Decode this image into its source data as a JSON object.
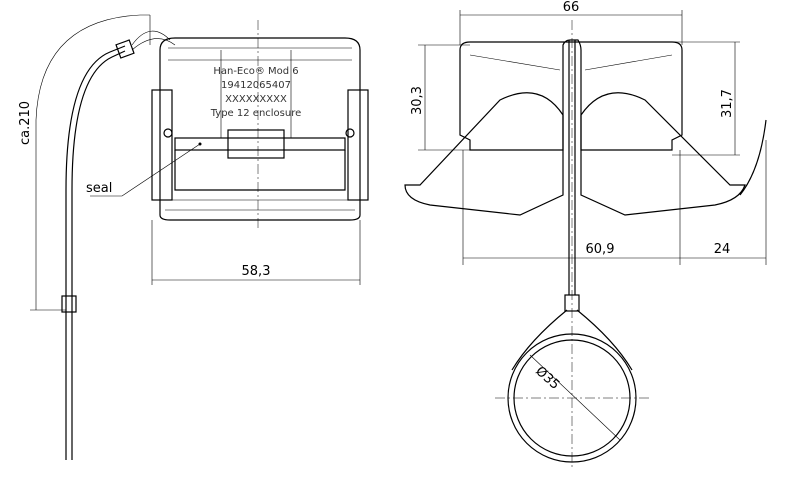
{
  "label_text": {
    "product": "Han-Eco® Mod 6",
    "part_number": "19412065407",
    "serial": "XXXXXXXXX",
    "enclosure": "Type 12 enclosure"
  },
  "callouts": {
    "seal": "seal"
  },
  "dimensions": {
    "cable_length": "ca.210",
    "front_width": "58,3",
    "side_width": "66",
    "height_left": "30,3",
    "height_right": "31,7",
    "base_width": "60,9",
    "handle_extension": "24",
    "ring_diameter": "Ø35"
  }
}
